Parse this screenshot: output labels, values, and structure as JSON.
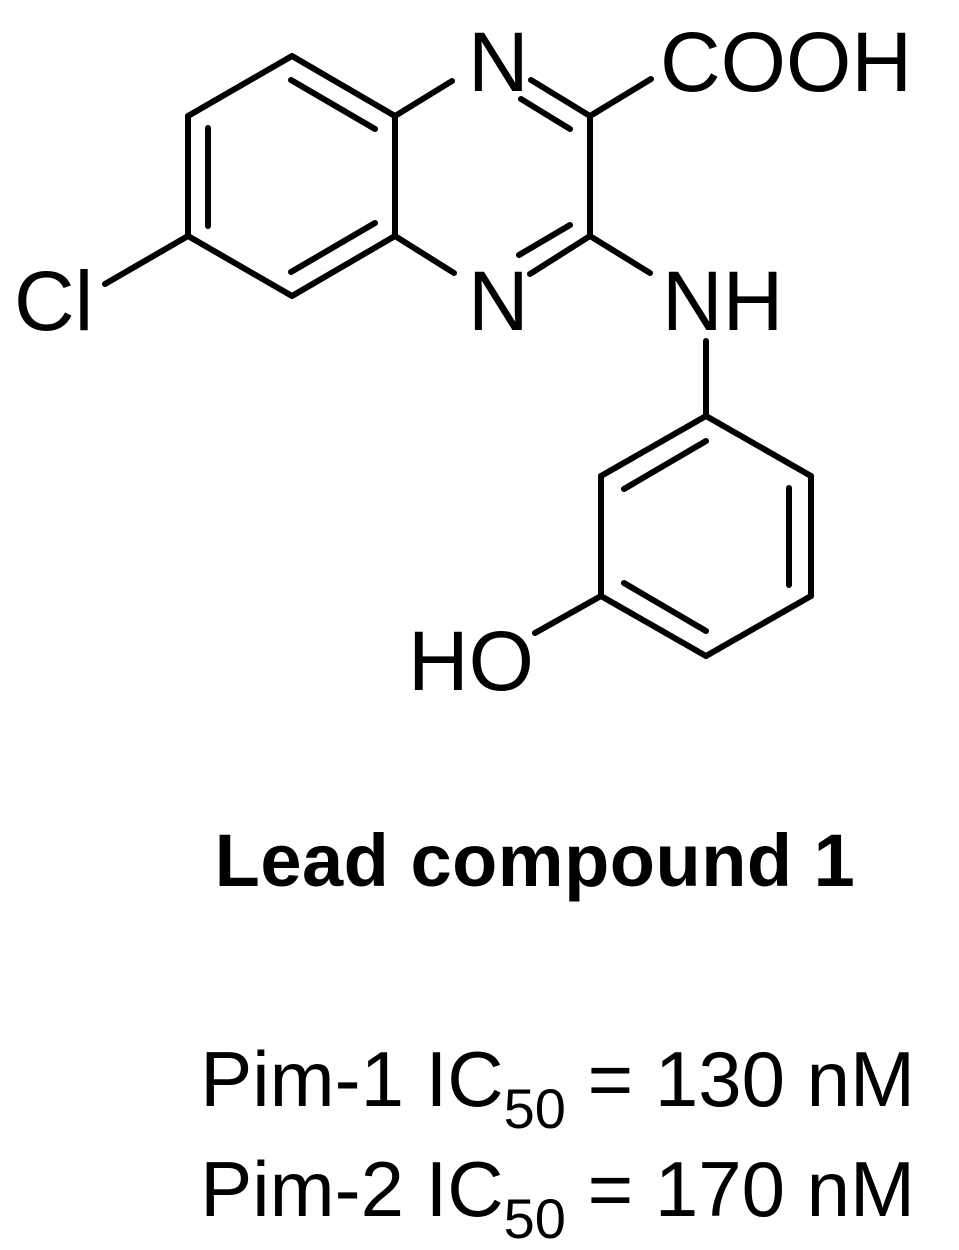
{
  "molecule": {
    "atoms": {
      "chlorine": "Cl",
      "n_top": "N",
      "n_bottom": "N",
      "carboxylic_acid": "COOH",
      "amine": "NH",
      "hydroxyl": "HO"
    },
    "rings": [
      "benzene (fused)",
      "pyrazine (fused, quinoxaline)",
      "3-hydroxyphenyl"
    ]
  },
  "caption": {
    "title": "Lead compound 1"
  },
  "activity": [
    {
      "target": "Pim-1",
      "metric": "IC",
      "subscript": "50",
      "value_text": "= 130 nM",
      "value": 130,
      "unit": "nM"
    },
    {
      "target": "Pim-2",
      "metric": "IC",
      "subscript": "50",
      "value_text": "= 170 nM",
      "value": 170,
      "unit": "nM"
    }
  ]
}
